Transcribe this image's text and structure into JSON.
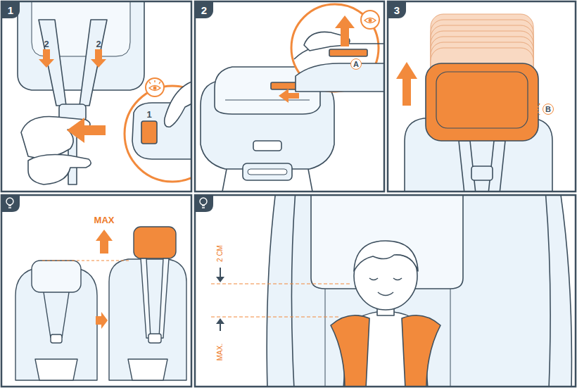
{
  "diagram": {
    "nodes": [
      {
        "text": [
          "1"
        ]
      },
      {
        "text": [
          "2"
        ]
      },
      {
        "text": [
          "3"
        ]
      },
      {
        "text": [
          "A"
        ]
      },
      {
        "text": [
          "B"
        ]
      }
    ],
    "labels": [
      "2",
      "2",
      "1",
      "MAX",
      "2 CM",
      "MAX."
    ]
  }
}
